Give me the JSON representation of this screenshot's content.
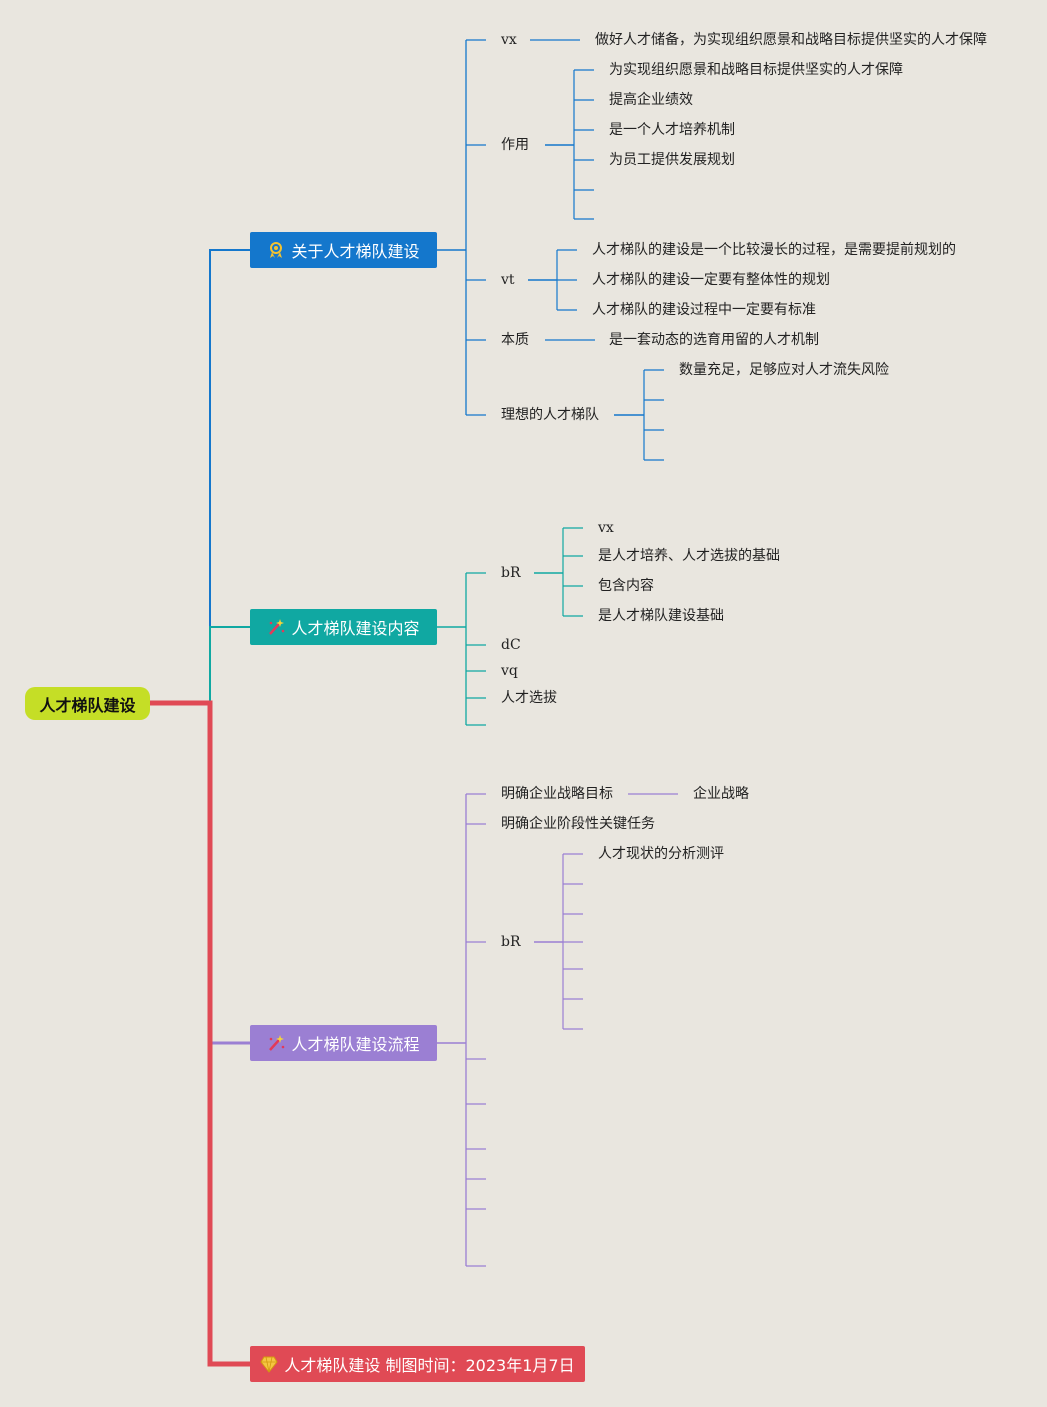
{
  "root": "人才梯队建设",
  "colors": {
    "root": "#c5de26",
    "branch1": "#1477cc",
    "branch2": "#10a8a2",
    "branch3": "#9b7fd3",
    "branch4": "#e04a55",
    "background": "#e9e6df"
  },
  "branches": [
    {
      "label": "关于人才梯队建设",
      "icon": "award-ribbon-icon",
      "children": [
        {
          "label": "vx",
          "children": [
            "做好人才储备，为实现组织愿景和战略目标提供坚实的人才保障"
          ]
        },
        {
          "label": "作用",
          "children": [
            "为实现组织愿景和战略目标提供坚实的人才保障",
            "提高企业绩效",
            "是一个人才培养机制",
            "为员工提供发展规划",
            "",
            ""
          ]
        },
        {
          "label": "vt",
          "children": [
            "人才梯队的建设是一个比较漫长的过程，是需要提前规划的",
            "人才梯队的建设一定要有整体性的规划",
            "人才梯队的建设过程中一定要有标准"
          ]
        },
        {
          "label": "本质",
          "children": [
            "是一套动态的选育用留的人才机制"
          ]
        },
        {
          "label": "理想的人才梯队",
          "children": [
            "数量充足，足够应对人才流失风险",
            "",
            "",
            ""
          ]
        }
      ]
    },
    {
      "label": "人才梯队建设内容",
      "icon": "magic-wand-icon",
      "children": [
        {
          "label": "bR",
          "children": [
            "vx",
            "是人才培养、人才选拔的基础",
            "包含内容",
            "是人才梯队建设基础"
          ]
        },
        {
          "label": "dC",
          "children": []
        },
        {
          "label": "vq",
          "children": []
        },
        {
          "label": "人才选拔",
          "children": []
        },
        {
          "label": "",
          "children": []
        }
      ]
    },
    {
      "label": "人才梯队建设流程",
      "icon": "magic-wand-icon",
      "children": [
        {
          "label": "明确企业战略目标",
          "children": [
            "企业战略"
          ]
        },
        {
          "label": "明确企业阶段性关键任务",
          "children": []
        },
        {
          "label": "bR",
          "children": [
            "人才现状的分析测评",
            "",
            "",
            "",
            "",
            "",
            ""
          ]
        },
        {
          "label": "",
          "children": []
        },
        {
          "label": "",
          "children": []
        },
        {
          "label": "",
          "children": []
        },
        {
          "label": "",
          "children": []
        },
        {
          "label": "",
          "children": []
        },
        {
          "label": "",
          "children": []
        }
      ]
    },
    {
      "label": "人才梯队建设 制图时间：2023年1月7日",
      "icon": "diamond-icon",
      "children": []
    }
  ]
}
